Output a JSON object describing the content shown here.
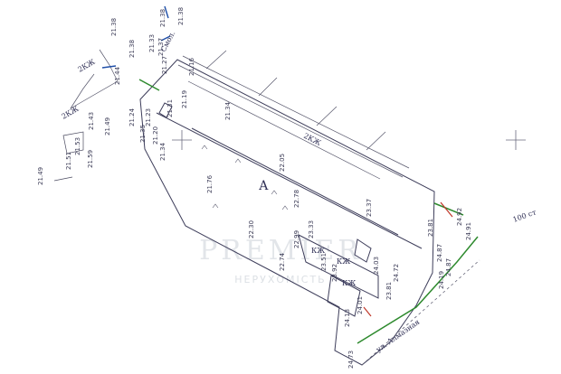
{
  "watermark": {
    "brand": "PREMIER",
    "subtitle": "НЕРУХОМІСТЬ"
  },
  "labels": {
    "road_label": "ул. Алмазная",
    "pole_label": "100 ст",
    "cad_label": "Смол.",
    "parcel_letter": "А",
    "kzh_1": "КЖ",
    "kzh_2": "КЖ",
    "kzh_3": "КЖ",
    "ozh_top": "2КЖ",
    "ozh_left": "2КЖ",
    "ozh_mid": "2КЖ"
  },
  "elevations": [
    "21.38",
    "21.38",
    "21.38",
    "21.33",
    "21.27",
    "21.37",
    "21.16",
    "21.38",
    "21.44",
    "21.43",
    "21.49",
    "21.53",
    "21.51",
    "21.59",
    "21.49",
    "21.24",
    "21.23",
    "21.35",
    "21.20",
    "21.34",
    "21.31",
    "21.19",
    "21.34",
    "22.05",
    "21.76",
    "22.30",
    "22.78",
    "23.33",
    "23.37",
    "22.74",
    "22.99",
    "23.51",
    "23.92",
    "23.81",
    "24.03",
    "23.81",
    "24.87",
    "24.72",
    "24.19",
    "24.87",
    "24.92",
    "24.91",
    "24.13",
    "24.01",
    "24.73"
  ]
}
